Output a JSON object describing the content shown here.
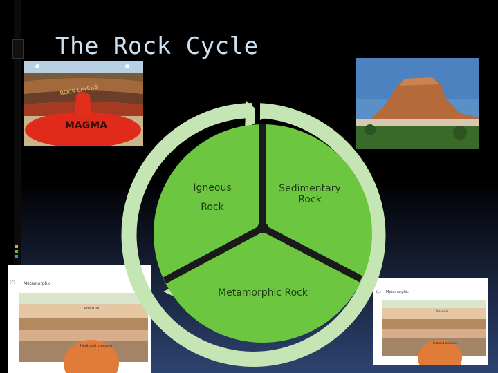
{
  "slide": {
    "title": "The Rock Cycle"
  },
  "cycle": {
    "igneous_line1": "Igneous",
    "igneous_line2": "Rock",
    "sedimentary_line1": "Sedimentary",
    "sedimentary_line2": "Rock",
    "metamorphic": "Metamorphic Rock",
    "fill_color": "#6cc63f",
    "arrow_color": "#c5e6b4"
  },
  "images": {
    "magma_label": "MAGMA",
    "rock_layers_text": "ROCK LAYERS",
    "diagram_heading": "Metamorphic",
    "diagram_pressure": "Pressure",
    "diagram_heat": "Heat and pressure",
    "diagram_letter": "(c)"
  }
}
